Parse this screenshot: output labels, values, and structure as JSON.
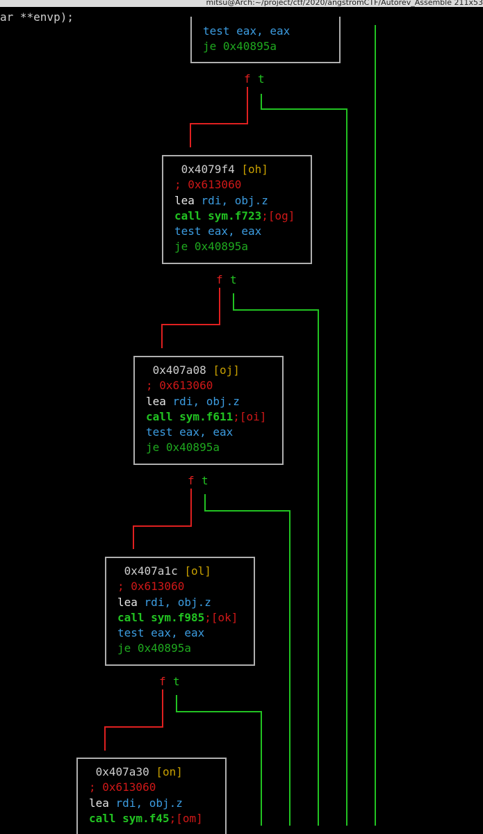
{
  "window": {
    "title": "mitsu@Arch:~/project/ctf/2020/angstromCTF/Autorev_Assemble 211x53"
  },
  "code_line": "ar **envp);",
  "top_block": {
    "lines": [
      {
        "op": "test",
        "args": "eax, eax"
      },
      {
        "op": "je",
        "args": "0x40895a"
      }
    ]
  },
  "branch_labels": {
    "false": "f",
    "true": "t"
  },
  "blocks": [
    {
      "address": "0x4079f4",
      "tag": "[oh]",
      "comment": "; 0x613060",
      "lea_op": "lea",
      "lea_args": "rdi, obj.z",
      "call": "call sym.f723",
      "call_tag": ";[og]",
      "test": "test eax, eax",
      "je": "je 0x40895a"
    },
    {
      "address": "0x407a08",
      "tag": "[oj]",
      "comment": "; 0x613060",
      "lea_op": "lea",
      "lea_args": "rdi, obj.z",
      "call": "call sym.f611",
      "call_tag": ";[oi]",
      "test": "test eax, eax",
      "je": "je 0x40895a"
    },
    {
      "address": "0x407a1c",
      "tag": "[ol]",
      "comment": "; 0x613060",
      "lea_op": "lea",
      "lea_args": "rdi, obj.z",
      "call": "call sym.f985",
      "call_tag": ";[ok]",
      "test": "test eax, eax",
      "je": "je 0x40895a"
    },
    {
      "address": "0x407a30",
      "tag": "[on]",
      "comment": "; 0x613060",
      "lea_op": "lea",
      "lea_args": "rdi, obj.z",
      "call": "call sym.f45",
      "call_tag": ";[om]",
      "test": "",
      "je": ""
    }
  ],
  "colors": {
    "false_edge": "#e02020",
    "true_edge": "#22c322",
    "block_border": "#b0b0b0",
    "background": "#000000"
  }
}
